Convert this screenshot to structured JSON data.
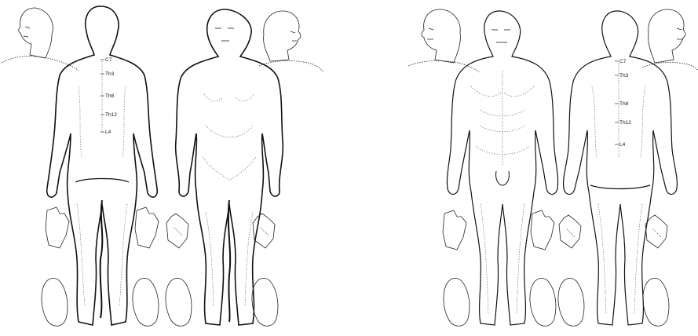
{
  "female_chart": {
    "spine_labels": [
      "C7",
      "Th3",
      "Th8",
      "Th12",
      "L4"
    ]
  },
  "male_chart": {
    "spine_labels": [
      "C7",
      "Th3",
      "Th8",
      "Th12",
      "L4"
    ]
  }
}
